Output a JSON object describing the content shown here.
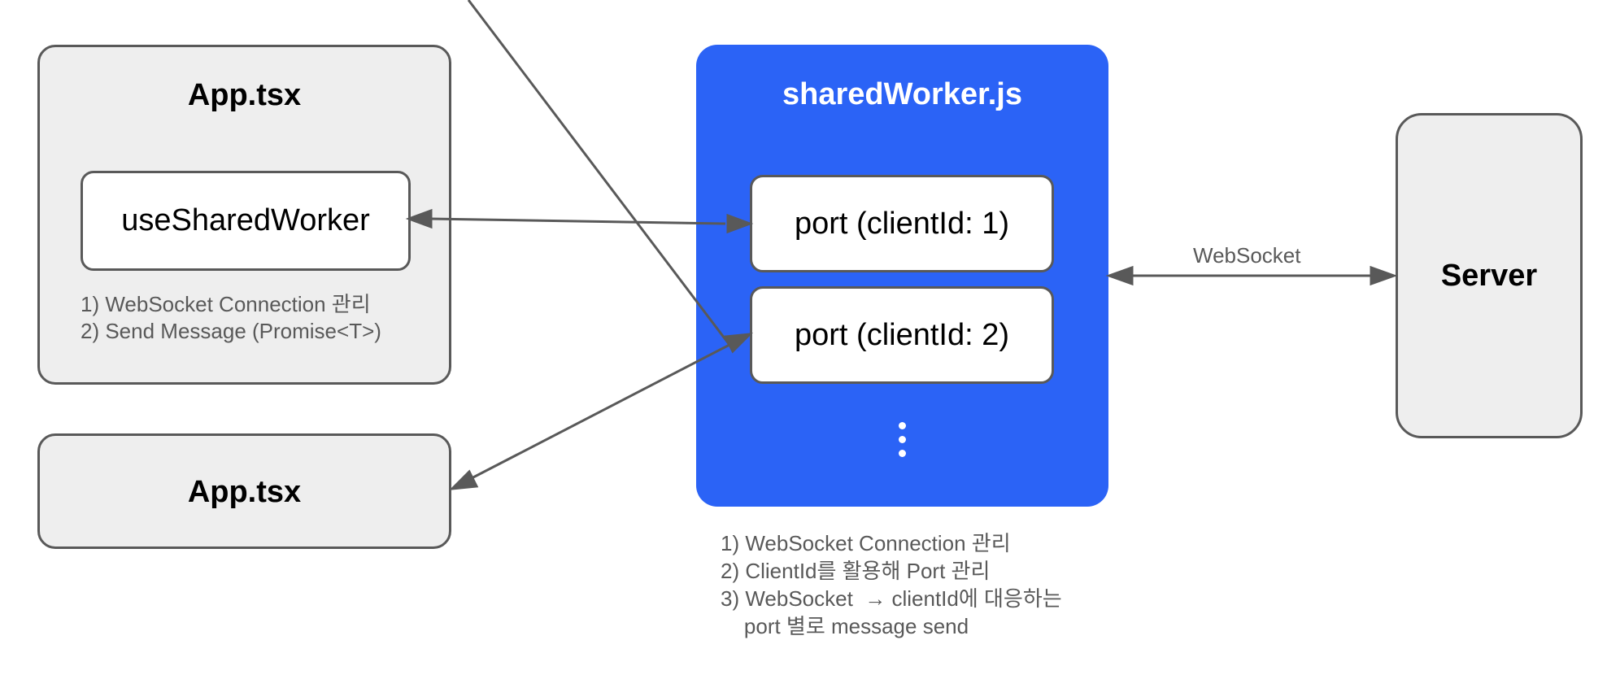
{
  "app_box_1": {
    "title": "App.tsx",
    "hook_label": "useSharedWorker",
    "notes": [
      "1) WebSocket Connection 관리",
      "2) Send Message (Promise<T>)"
    ]
  },
  "app_box_2": {
    "title": "App.tsx"
  },
  "shared_worker": {
    "title": "sharedWorker.js",
    "ports": [
      "port (clientId: 1)",
      "port (clientId: 2)"
    ],
    "notes": [
      "1) WebSocket Connection 관리",
      "2) ClientId를 활용해 Port 관리",
      "3) WebSocket  → clientId에 대응하는",
      "    port 별로 message send"
    ]
  },
  "server": {
    "title": "Server"
  },
  "edges": {
    "websocket_label": "WebSocket"
  },
  "colors": {
    "worker_blue": "#2b63f6",
    "box_gray": "#eeeeee",
    "stroke_gray": "#595959"
  }
}
